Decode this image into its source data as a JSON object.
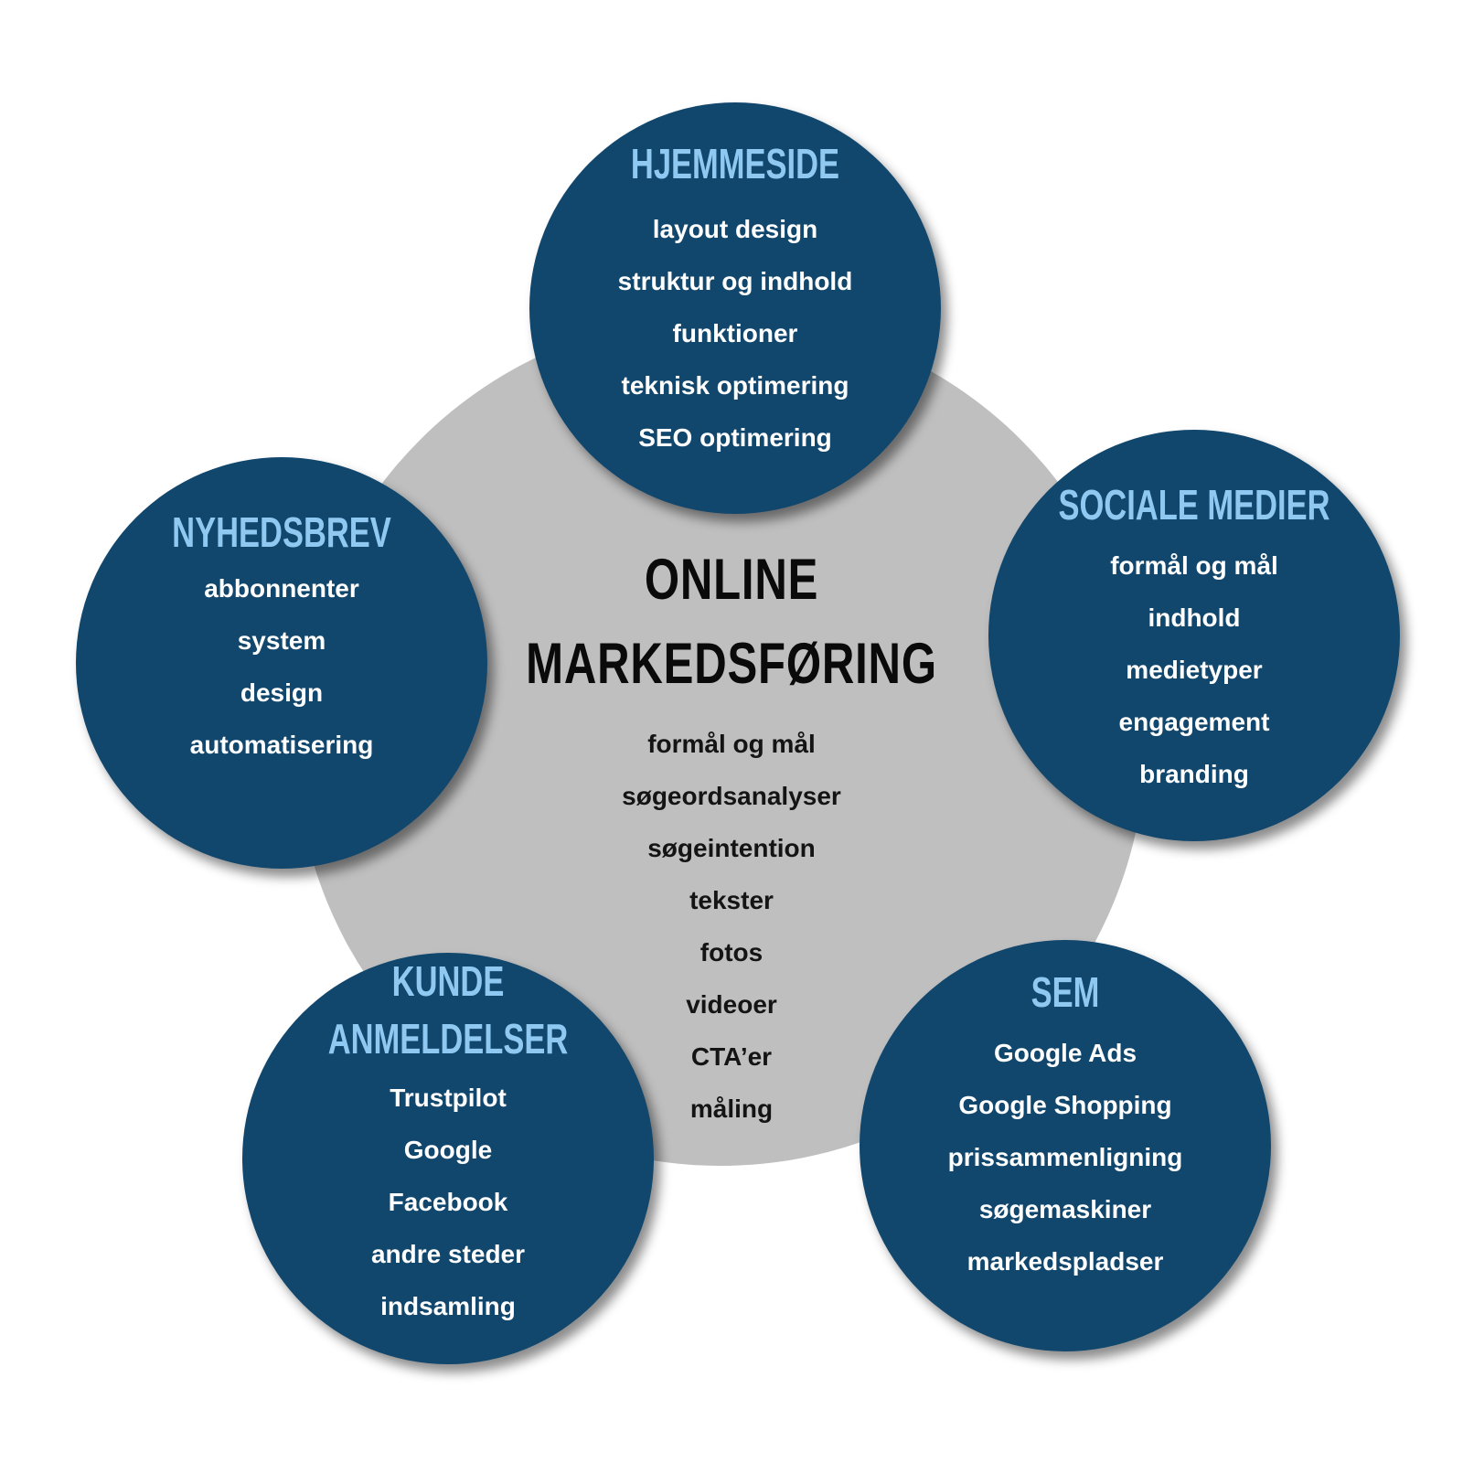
{
  "center": {
    "title_line1": "ONLINE",
    "title_line2": "MARKEDSFØRING",
    "items": [
      "formål og mål",
      "søgeordsanalyser",
      "søgeintention",
      "tekster",
      "fotos",
      "videoer",
      "CTA’er",
      "måling"
    ]
  },
  "hjemmeside": {
    "title": "HJEMMESIDE",
    "items": [
      "layout design",
      "struktur og indhold",
      "funktioner",
      "teknisk optimering",
      "SEO optimering"
    ]
  },
  "nyhedsbrev": {
    "title": "NYHEDSBREV",
    "items": [
      "abbonnenter",
      "system",
      "design",
      "automatisering"
    ]
  },
  "sociale_medier": {
    "title": "SOCIALE MEDIER",
    "items": [
      "formål og mål",
      "indhold",
      "medietyper",
      "engagement",
      "branding"
    ]
  },
  "kunde_anmeldelser": {
    "title_line1": "KUNDE",
    "title_line2": "ANMELDELSER",
    "items": [
      "Trustpilot",
      "Google",
      "Facebook",
      "andre steder",
      "indsamling"
    ]
  },
  "sem": {
    "title": "SEM",
    "items": [
      "Google Ads",
      "Google Shopping",
      "prissammenligning",
      "søgemaskiner",
      "markedspladser"
    ]
  },
  "colors": {
    "bubble": "#11466d",
    "bubble_title": "#8fc9f2",
    "center": "#bfbfbf",
    "center_text": "#0a0a0a"
  }
}
